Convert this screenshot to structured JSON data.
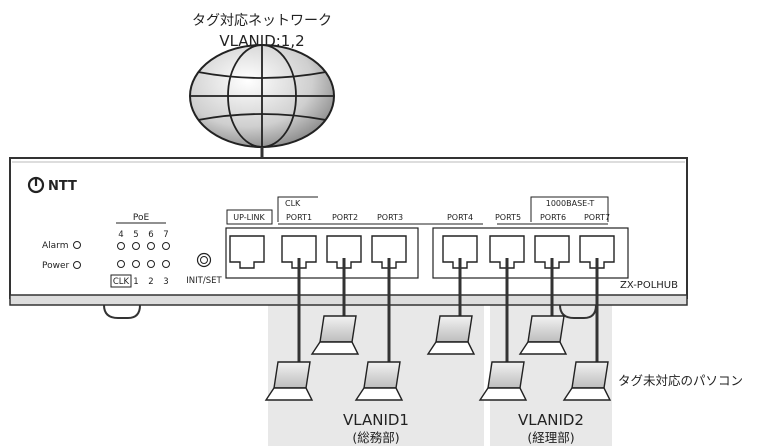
{
  "network": {
    "title": "タグ対応ネットワーク",
    "vlan_label": "VLANID:1,2",
    "icon": "globe-icon"
  },
  "device": {
    "brand": "NTT",
    "model": "ZX-POLHUB",
    "poe_label": "PoE",
    "poe_top_numbers": [
      "4",
      "5",
      "6",
      "7"
    ],
    "poe_bottom_numbers": [
      "CLK",
      "1",
      "2",
      "3"
    ],
    "alarm_label": "Alarm",
    "power_label": "Power",
    "init_label": "INIT/SET",
    "clk_group_label": "CLK",
    "gigabit_label": "1000BASE-T",
    "ports": [
      "UP-LINK",
      "PORT1",
      "PORT2",
      "PORT3",
      "PORT4",
      "PORT5",
      "PORT6",
      "PORT7"
    ]
  },
  "groups": [
    {
      "name": "VLANID1",
      "sub": "(総務部)"
    },
    {
      "name": "VLANID2",
      "sub": "(経理部)"
    }
  ],
  "laptop_caption": "タグ未対応のパソコン",
  "colors": {
    "group_bg": "#e8e8e8",
    "line": "#333333"
  }
}
